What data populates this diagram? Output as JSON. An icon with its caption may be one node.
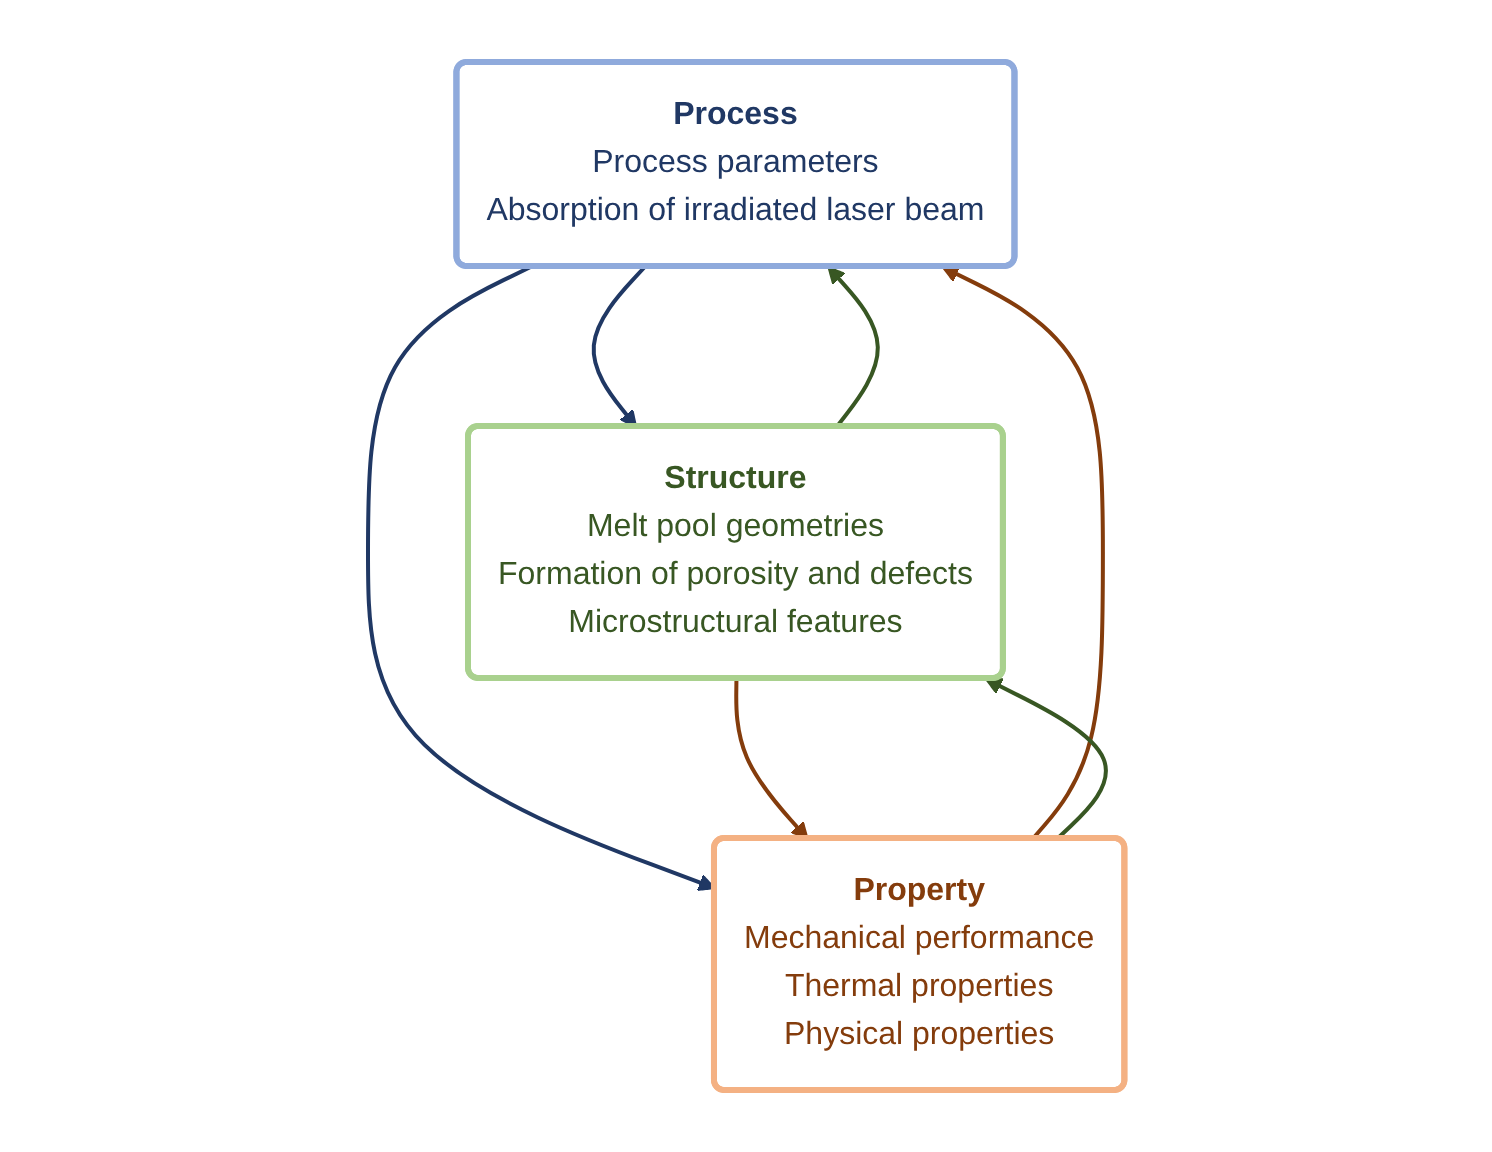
{
  "diagram": {
    "nodes": [
      {
        "text": [
          "Process",
          "Process parameters",
          "Absorption of irradiated laser beam"
        ]
      },
      {
        "text": [
          "Structure",
          "Melt pool geometries",
          "Formation of porosity and defects",
          "Microstructural features"
        ]
      },
      {
        "text": [
          "Property",
          "Mechanical performance",
          "Thermal properties",
          "Physical properties"
        ]
      }
    ],
    "edges": [
      {
        "from": 0,
        "to": 1,
        "arrow": "to",
        "color": "#203864"
      },
      {
        "from": 1,
        "to": 0,
        "arrow": "to",
        "color": "#385723"
      },
      {
        "from": 0,
        "to": 2,
        "arrow": "to",
        "color": "#203864"
      },
      {
        "from": 2,
        "to": 0,
        "arrow": "to",
        "color": "#843c0c"
      },
      {
        "from": 1,
        "to": 2,
        "arrow": "to",
        "color": "#843c0c"
      },
      {
        "from": 2,
        "to": 1,
        "arrow": "to",
        "color": "#385723"
      }
    ]
  }
}
